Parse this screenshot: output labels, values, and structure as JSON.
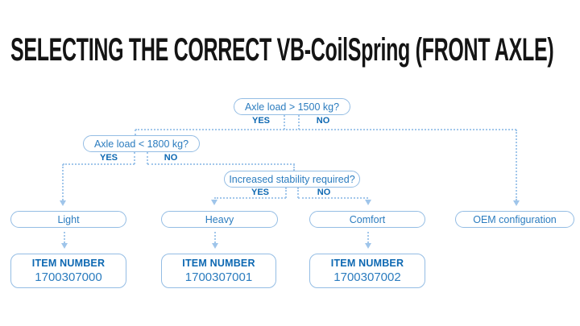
{
  "title": "SELECTING THE CORRECT VB-CoilSpring (FRONT AXLE)",
  "colors": {
    "title_text": "#141414",
    "box_border": "#94bde4",
    "connector": "#a2c7eb",
    "question_text": "#2b7cbf",
    "bold_label_text": "#0d68b2",
    "background": "#ffffff"
  },
  "flowchart": {
    "decisions": {
      "d1": {
        "question": "Axle load > 1500 kg?",
        "yes": "YES",
        "no": "NO"
      },
      "d2": {
        "question": "Axle load < 1800 kg?",
        "yes": "YES",
        "no": "NO"
      },
      "d3": {
        "question": "Increased stability required?",
        "yes": "YES",
        "no": "NO"
      }
    },
    "outcomes": {
      "light": {
        "label": "Light",
        "item_label": "ITEM NUMBER",
        "item_number": "1700307000"
      },
      "heavy": {
        "label": "Heavy",
        "item_label": "ITEM NUMBER",
        "item_number": "1700307001"
      },
      "comfort": {
        "label": "Comfort",
        "item_label": "ITEM NUMBER",
        "item_number": "1700307002"
      },
      "oem": {
        "label": "OEM configuration"
      }
    }
  }
}
